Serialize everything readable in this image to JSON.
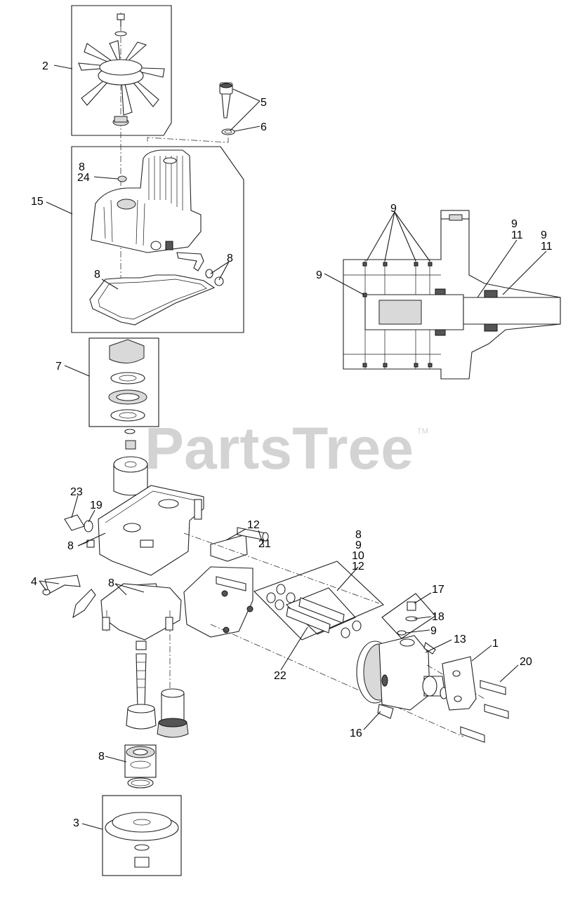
{
  "diagram": {
    "watermark": "PartsTree",
    "trademark": "TM",
    "callouts": [
      {
        "id": "c2",
        "text": "2"
      },
      {
        "id": "c5",
        "text": "5"
      },
      {
        "id": "c6",
        "text": "6"
      },
      {
        "id": "c8a",
        "text": "8"
      },
      {
        "id": "c24",
        "text": "24"
      },
      {
        "id": "c15",
        "text": "15"
      },
      {
        "id": "c8b",
        "text": "8"
      },
      {
        "id": "c8c",
        "text": "8"
      },
      {
        "id": "c7",
        "text": "7"
      },
      {
        "id": "c9a",
        "text": "9"
      },
      {
        "id": "c9b",
        "text": "9"
      },
      {
        "id": "c11a",
        "text": "11"
      },
      {
        "id": "c9c",
        "text": "9"
      },
      {
        "id": "c11b",
        "text": "11"
      },
      {
        "id": "c9d",
        "text": "9"
      },
      {
        "id": "c23",
        "text": "23"
      },
      {
        "id": "c19",
        "text": "19"
      },
      {
        "id": "c12a",
        "text": "12"
      },
      {
        "id": "c21",
        "text": "21"
      },
      {
        "id": "c8d",
        "text": "8"
      },
      {
        "id": "c9e",
        "text": "9"
      },
      {
        "id": "c10",
        "text": "10"
      },
      {
        "id": "c12b",
        "text": "12"
      },
      {
        "id": "c8e",
        "text": "8"
      },
      {
        "id": "c8f",
        "text": "8"
      },
      {
        "id": "c4",
        "text": "4"
      },
      {
        "id": "c17",
        "text": "17"
      },
      {
        "id": "c18",
        "text": "18"
      },
      {
        "id": "c9f",
        "text": "9"
      },
      {
        "id": "c13",
        "text": "13"
      },
      {
        "id": "c1",
        "text": "1"
      },
      {
        "id": "c20",
        "text": "20"
      },
      {
        "id": "c22",
        "text": "22"
      },
      {
        "id": "c16",
        "text": "16"
      },
      {
        "id": "c8g",
        "text": "8"
      },
      {
        "id": "c3",
        "text": "3"
      }
    ]
  }
}
